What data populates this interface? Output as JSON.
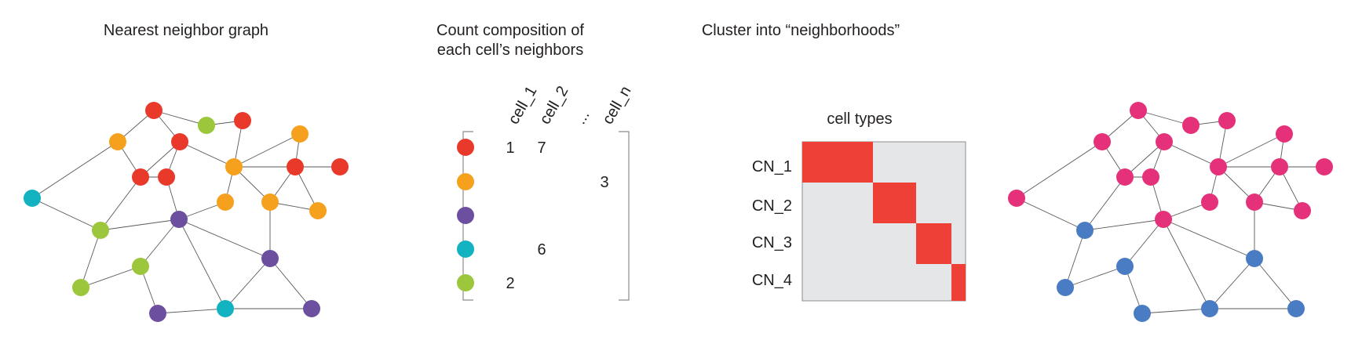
{
  "panels": {
    "graph_title": "Nearest neighbor graph",
    "composition_title_1": "Count composition of",
    "composition_title_2": "each cell’s neighbors",
    "cluster_title": "Cluster into “neighborhoods”"
  },
  "colors": {
    "red": "#e8392b",
    "orange": "#f6a11e",
    "purple": "#6c4f9e",
    "teal": "#12b2c1",
    "green": "#9cc63b",
    "magenta": "#e5307a",
    "blue": "#4a7cc4",
    "heat_on": "#ee4036",
    "heat_off": "#e5e6e7"
  },
  "matrix": {
    "column_headers": [
      "cell_1",
      "cell_2",
      "...",
      "cell_n"
    ],
    "row_colors": [
      "red",
      "orange",
      "purple",
      "teal",
      "green"
    ],
    "values": [
      {
        "row": 0,
        "col": 0,
        "text": "1"
      },
      {
        "row": 0,
        "col": 1,
        "text": "7"
      },
      {
        "row": 1,
        "col": 3,
        "text": "3"
      },
      {
        "row": 3,
        "col": 1,
        "text": "6"
      },
      {
        "row": 4,
        "col": 0,
        "text": "2"
      }
    ]
  },
  "heatmap": {
    "title": "cell types",
    "row_labels": [
      "CN_1",
      "CN_2",
      "CN_3",
      "CN_4"
    ]
  }
}
